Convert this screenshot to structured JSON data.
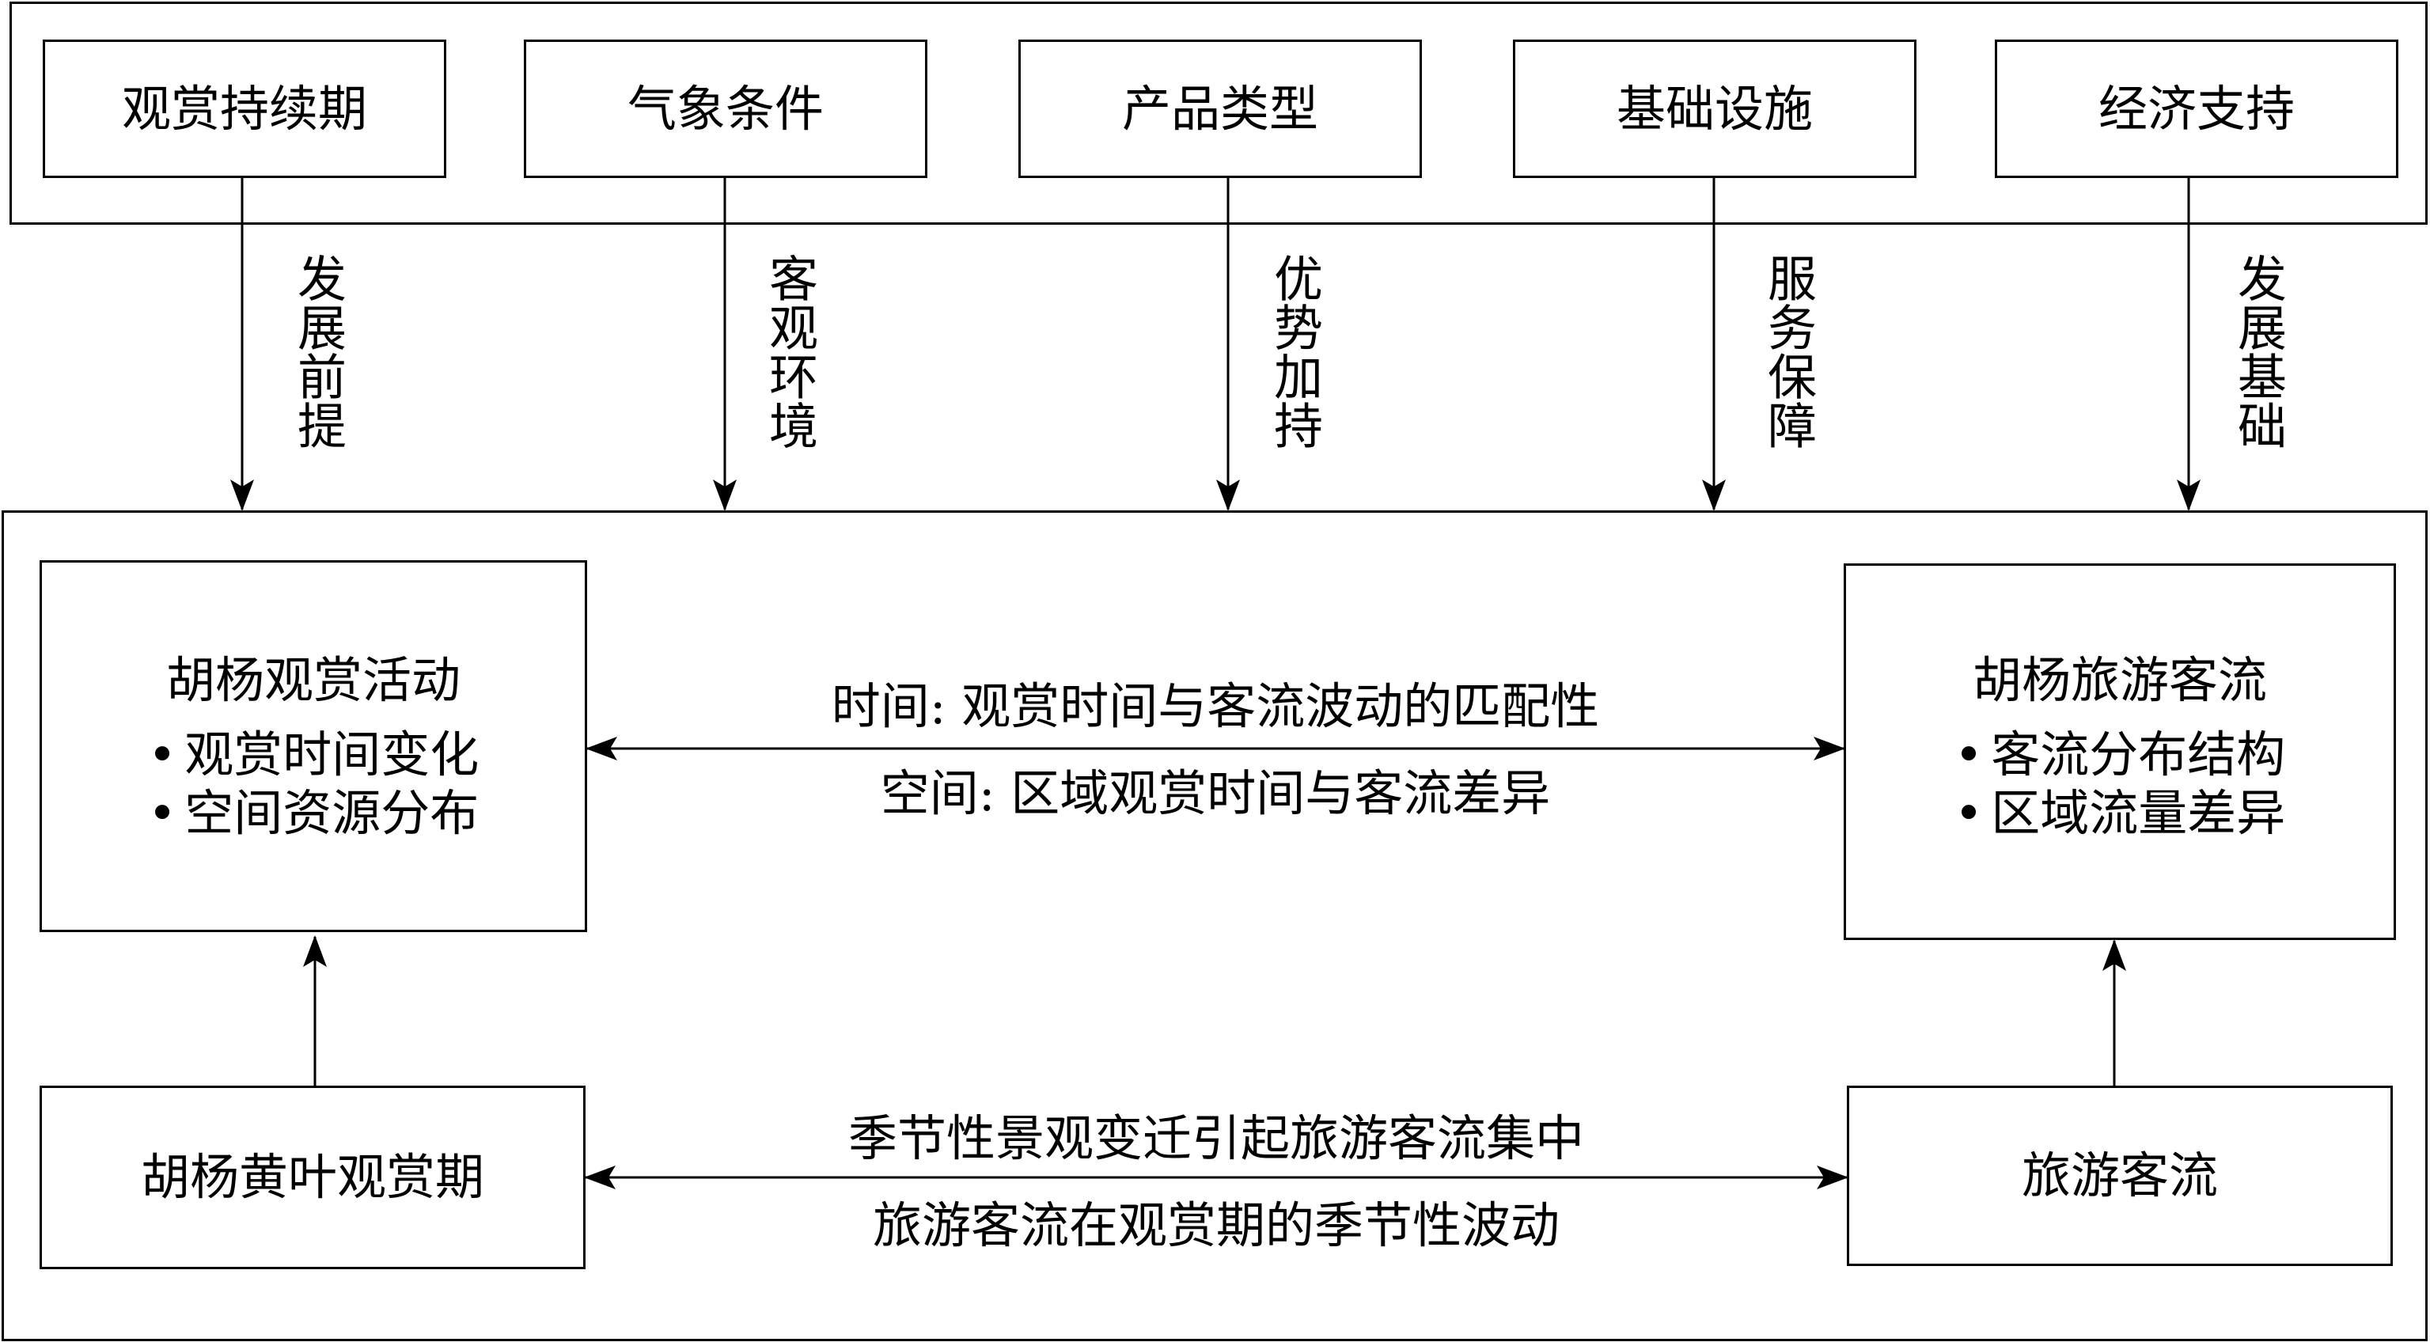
{
  "top_factors": [
    {
      "label": "观赏持续期",
      "relation": "发展前提"
    },
    {
      "label": "气象条件",
      "relation": "客观环境"
    },
    {
      "label": "产品类型",
      "relation": "优势加持"
    },
    {
      "label": "基础设施",
      "relation": "服务保障"
    },
    {
      "label": "经济支持",
      "relation": "发展基础"
    }
  ],
  "activity_box": {
    "title": "胡杨观赏活动",
    "bullets": [
      "观赏时间变化",
      "空间资源分布"
    ]
  },
  "flow_box": {
    "title": "胡杨旅游客流",
    "bullets": [
      "客流分布结构",
      "区域流量差异"
    ]
  },
  "period_box": {
    "label": "胡杨黄叶观赏期"
  },
  "tourist_box": {
    "label": "旅游客流"
  },
  "upper_link": {
    "top_text": "时间: 观赏时间与客流波动的匹配性",
    "bottom_text": "空间: 区域观赏时间与客流差异"
  },
  "lower_link": {
    "top_text": "季节性景观变迁引起旅游客流集中",
    "bottom_text": "旅游客流在观赏期的季节性波动"
  },
  "bullet_symbol": "•"
}
